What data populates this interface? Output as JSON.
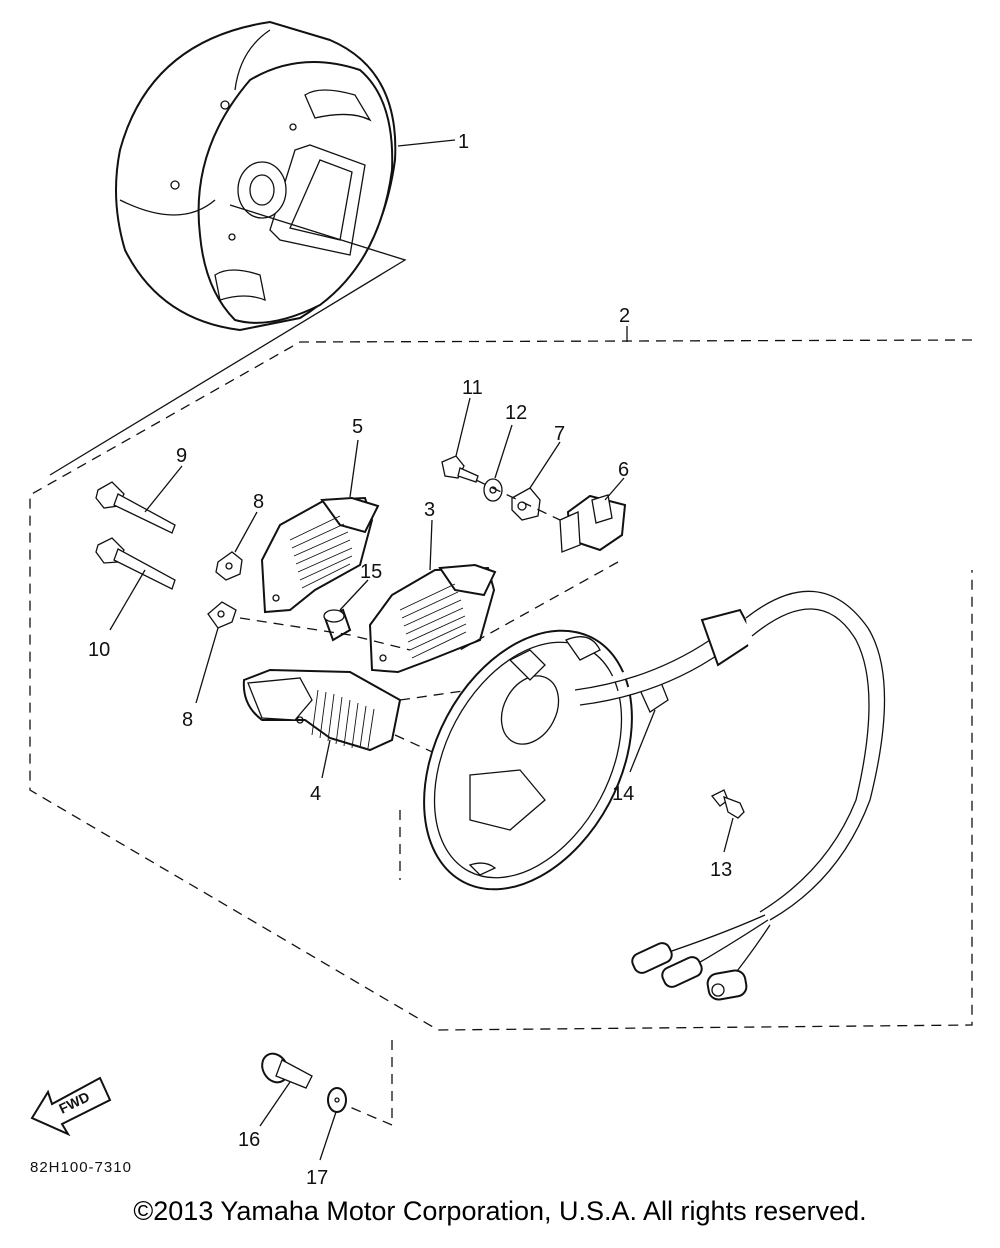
{
  "callouts": {
    "c1": "1",
    "c2": "2",
    "c3": "3",
    "c4": "4",
    "c5": "5",
    "c6": "6",
    "c7": "7",
    "c8a": "8",
    "c8b": "8",
    "c9": "9",
    "c10": "10",
    "c11": "11",
    "c12": "12",
    "c13": "13",
    "c14": "14",
    "c15": "15",
    "c16": "16",
    "c17": "17"
  },
  "fwd_label": "FWD",
  "diagram_code": "82H100-7310",
  "copyright": "©2013 Yamaha Motor Corporation, U.S.A. All rights reserved."
}
